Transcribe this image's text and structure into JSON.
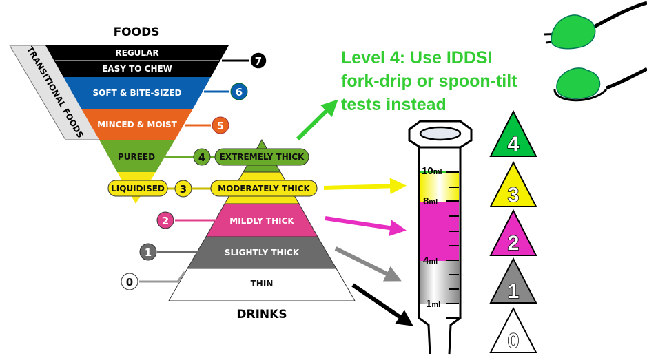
{
  "foods": {
    "title": "FOODS",
    "transitional_label": "TRANSITIONAL FOODS",
    "levels": [
      {
        "level": "7",
        "labels": [
          "REGULAR",
          "EASY TO CHEW"
        ],
        "color": "#000000"
      },
      {
        "level": "6",
        "label": "SOFT & BITE-SIZED",
        "color": "#0a5fae"
      },
      {
        "level": "5",
        "label": "MINCED & MOIST",
        "color": "#e8641e"
      },
      {
        "level": "4",
        "label": "PUREED",
        "color": "#6aaa2a"
      },
      {
        "level": "3",
        "label": "LIQUIDISED",
        "color": "#f5e614"
      }
    ]
  },
  "drinks": {
    "title": "DRINKS",
    "levels": [
      {
        "level": "4",
        "label": "EXTREMELY THICK",
        "color": "#6aaa2a"
      },
      {
        "level": "3",
        "label": "MODERATELY THICK",
        "color": "#f5e614"
      },
      {
        "level": "2",
        "label": "MILDLY THICK",
        "color": "#e0408a"
      },
      {
        "level": "1",
        "label": "SLIGHTLY THICK",
        "color": "#6b6b6b"
      },
      {
        "level": "0",
        "label": "THIN",
        "color": "#ffffff"
      }
    ]
  },
  "note": {
    "lines": [
      "Level 4: Use IDDSI",
      "fork-drip or spoon-tilt",
      "tests instead"
    ],
    "color": "#33cc33"
  },
  "syringe": {
    "marks": [
      "10",
      "8",
      "4",
      "1"
    ],
    "unit": "ml"
  },
  "level_badges": [
    "4",
    "3",
    "2",
    "1",
    "0"
  ]
}
